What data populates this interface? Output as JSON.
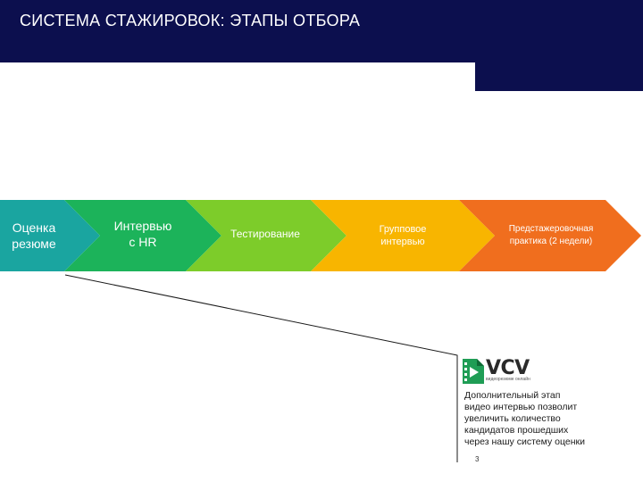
{
  "header": {
    "title": "СИСТЕМА СТАЖИРОВОК: ЭТАПЫ ОТБОРА"
  },
  "stages": [
    {
      "lines": [
        "Оценка",
        "резюме"
      ],
      "color": "#1aa5a0"
    },
    {
      "lines": [
        "Интервью",
        "с HR"
      ],
      "color": "#1cb35a"
    },
    {
      "lines": [
        "Тестирование"
      ],
      "color": "#7dcc2a"
    },
    {
      "lines": [
        "Групповое",
        "интервью"
      ],
      "color": "#f8b500"
    },
    {
      "lines": [
        "Предстажеровочная",
        "практика (2 недели)"
      ],
      "color": "#f06e1e"
    }
  ],
  "callout": {
    "logo_text": "VCV",
    "logo_tagline": "видеорезюме онлайн",
    "note_lines": [
      "Дополнительный этап",
      "видео интервью позволит",
      "увеличить количество",
      "кандидатов прошедших",
      "через нашу систему оценки"
    ]
  },
  "page_number": "3"
}
